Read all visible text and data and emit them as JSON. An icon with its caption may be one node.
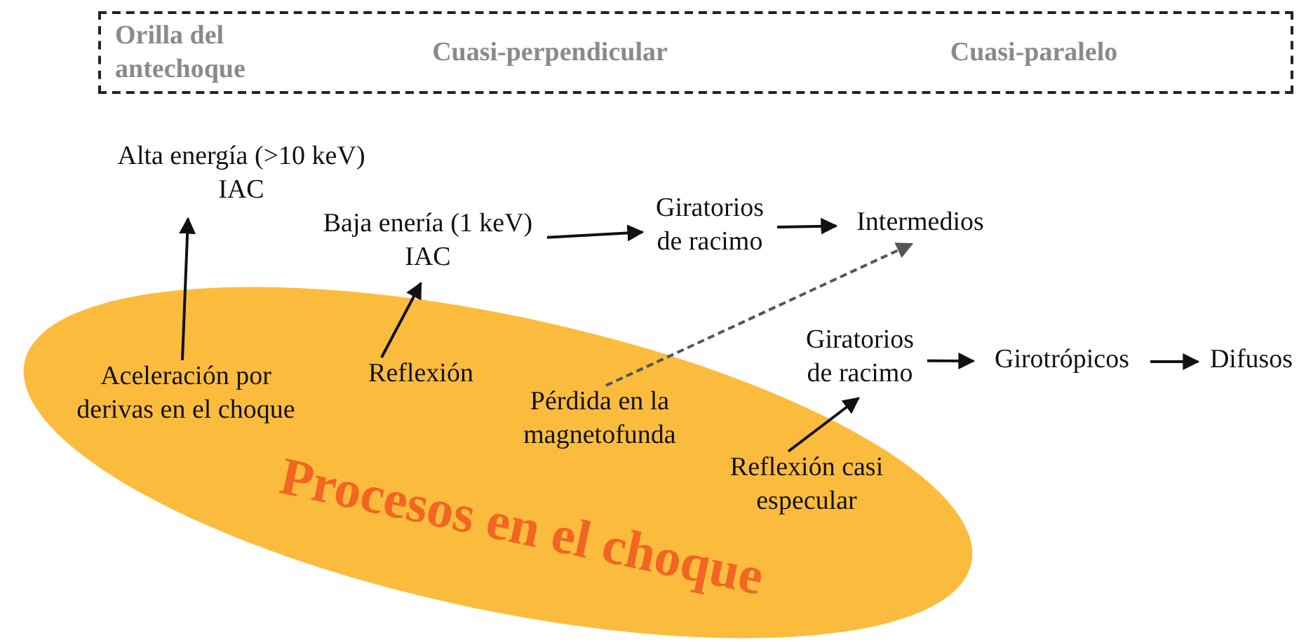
{
  "diagram": {
    "nodes": [
      {
        "text": [
          "Orilla del antechoque",
          "Cuasi-perpendicular",
          "Cuasi-paralelo"
        ]
      },
      {
        "text": [
          "Alta energía (>10 keV) IAC"
        ]
      },
      {
        "text": [
          "Baja enería (1 keV) IAC"
        ]
      },
      {
        "text": [
          "Giratorios de racimo"
        ]
      },
      {
        "text": [
          "Intermedios"
        ]
      },
      {
        "text": [
          "Procesos en el choque"
        ]
      },
      {
        "text": [
          "Aceleración por derivas en el choque"
        ],
        "in": 5
      },
      {
        "text": [
          "Reflexión"
        ],
        "in": 5
      },
      {
        "text": [
          "Pérdida en la magnetofunda"
        ],
        "in": 5
      },
      {
        "text": [
          "Giratorios de racimo"
        ]
      },
      {
        "text": [
          "Girotrópicos"
        ]
      },
      {
        "text": [
          "Difusos"
        ]
      },
      {
        "text": [
          "Reflexión casi especular"
        ],
        "in": 5
      }
    ],
    "edges": [
      {
        "from": 6,
        "to": 1,
        "arrow": "to"
      },
      {
        "from": 7,
        "to": 2,
        "arrow": "to"
      },
      {
        "from": 2,
        "to": 3,
        "arrow": "to"
      },
      {
        "from": 3,
        "to": 4,
        "arrow": "to"
      },
      {
        "from": 8,
        "to": 4,
        "arrow": "to",
        "style": "dashed",
        "color": "#555555"
      },
      {
        "from": 12,
        "to": 9,
        "arrow": "to"
      },
      {
        "from": 9,
        "to": 10,
        "arrow": "to"
      },
      {
        "from": 10,
        "to": 11,
        "arrow": "to"
      }
    ]
  }
}
